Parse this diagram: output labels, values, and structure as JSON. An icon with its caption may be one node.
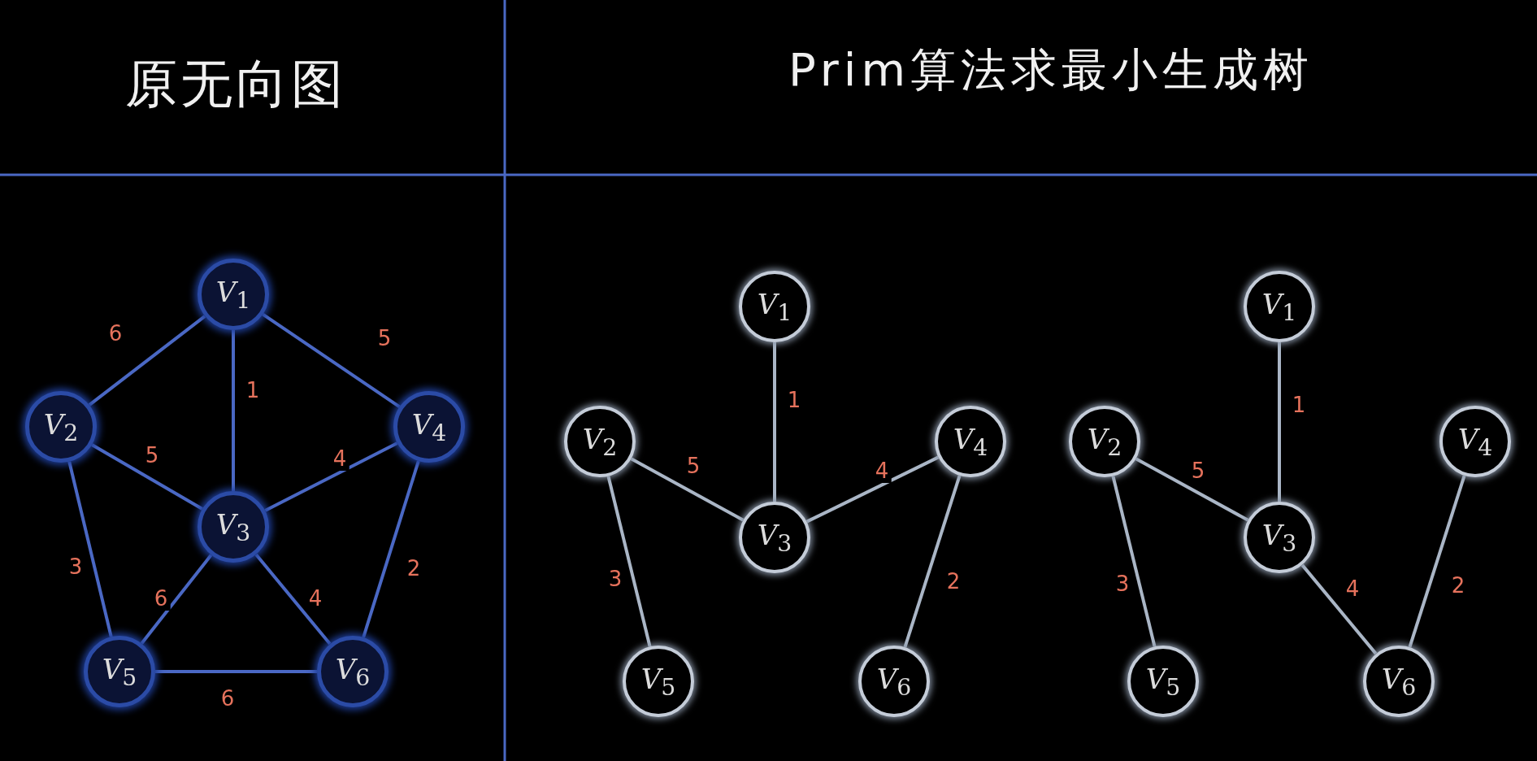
{
  "diagram": {
    "nodes": [
      {
        "text": [
          "*V*$_{1}$"
        ]
      },
      {
        "text": [
          "*V*$_{2}$"
        ]
      },
      {
        "text": [
          "*V*$_{3}$"
        ]
      },
      {
        "text": [
          "*V*$_{4}$"
        ]
      },
      {
        "text": [
          "*V*$_{5}$"
        ]
      },
      {
        "text": [
          "*V*$_{6}$"
        ]
      },
      {
        "text": [
          "*V*$_{1}$"
        ]
      },
      {
        "text": [
          "*V*$_{2}$"
        ]
      },
      {
        "text": [
          "*V*$_{3}$"
        ]
      },
      {
        "text": [
          "*V*$_{4}$"
        ]
      },
      {
        "text": [
          "*V*$_{5}$"
        ]
      },
      {
        "text": [
          "*V*$_{6}$"
        ]
      },
      {
        "text": [
          "*V*$_{1}$"
        ]
      },
      {
        "text": [
          "*V*$_{2}$"
        ]
      },
      {
        "text": [
          "*V*$_{3}$"
        ]
      },
      {
        "text": [
          "*V*$_{4}$"
        ]
      },
      {
        "text": [
          "*V*$_{5}$"
        ]
      },
      {
        "text": [
          "*V*$_{6}$"
        ]
      }
    ],
    "edges": [
      {
        "from": 0,
        "to": 1,
        "arrow": "none",
        "label": "6",
        "color": "#4a68c4"
      },
      {
        "from": 0,
        "to": 3,
        "arrow": "none",
        "label": "5",
        "color": "#4a68c4"
      },
      {
        "from": 0,
        "to": 2,
        "arrow": "none",
        "label": "1",
        "color": "#4a68c4"
      },
      {
        "from": 1,
        "to": 2,
        "arrow": "none",
        "label": "5",
        "color": "#4a68c4"
      },
      {
        "from": 2,
        "to": 3,
        "arrow": "none",
        "label": "4",
        "color": "#4a68c4"
      },
      {
        "from": 1,
        "to": 4,
        "arrow": "none",
        "label": "3",
        "color": "#4a68c4"
      },
      {
        "from": 3,
        "to": 5,
        "arrow": "none",
        "label": "2",
        "color": "#4a68c4"
      },
      {
        "from": 2,
        "to": 4,
        "arrow": "none",
        "label": "6",
        "color": "#4a68c4"
      },
      {
        "from": 2,
        "to": 5,
        "arrow": "none",
        "label": "4",
        "color": "#4a68c4"
      },
      {
        "from": 4,
        "to": 5,
        "arrow": "none",
        "label": "6",
        "color": "#4a68c4"
      },
      {
        "from": 6,
        "to": 8,
        "arrow": "none",
        "label": "1",
        "color": "#aab6c6"
      },
      {
        "from": 7,
        "to": 8,
        "arrow": "none",
        "label": "5",
        "color": "#aab6c6"
      },
      {
        "from": 8,
        "to": 9,
        "arrow": "none",
        "label": "4",
        "color": "#aab6c6"
      },
      {
        "from": 7,
        "to": 10,
        "arrow": "none",
        "label": "3",
        "color": "#aab6c6"
      },
      {
        "from": 9,
        "to": 11,
        "arrow": "none",
        "label": "2",
        "color": "#aab6c6"
      },
      {
        "from": 12,
        "to": 14,
        "arrow": "none",
        "label": "1",
        "color": "#aab6c6"
      },
      {
        "from": 13,
        "to": 14,
        "arrow": "none",
        "label": "5",
        "color": "#aab6c6"
      },
      {
        "from": 14,
        "to": 17,
        "arrow": "none",
        "label": "4",
        "color": "#aab6c6"
      },
      {
        "from": 13,
        "to": 16,
        "arrow": "none",
        "label": "3",
        "color": "#aab6c6"
      },
      {
        "from": 15,
        "to": 17,
        "arrow": "none",
        "label": "2",
        "color": "#aab6c6"
      }
    ],
    "labels": [
      "原无向图",
      "Prim算法求最小生成树"
    ]
  }
}
